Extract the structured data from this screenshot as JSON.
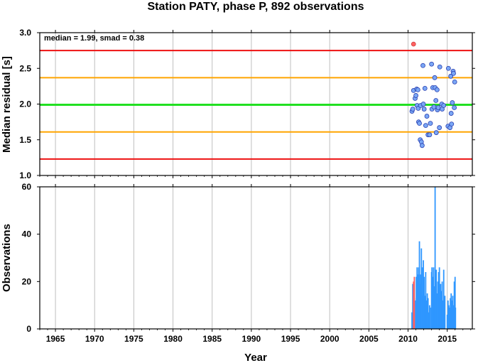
{
  "chart_data": {
    "title": "Station PATY, phase P, 892 observations",
    "xlabel": "Year",
    "x_ticks": [
      1965,
      1970,
      1975,
      1980,
      1985,
      1990,
      1995,
      2000,
      2005,
      2010,
      2015
    ],
    "xlim": [
      1963,
      2018.2
    ],
    "colors": {
      "median_line": "#22e022",
      "smad_line": "#ffa500",
      "limit_line": "#ee1111",
      "point_fill": "#7aa7f5",
      "point_edge": "#2a3fb0",
      "outlier_fill": "#ff6060",
      "bar": "#2f97ff",
      "bar_outlier": "#ff6060"
    },
    "residual_panel": {
      "type": "scatter",
      "ylabel": "Median residual [s]",
      "ylim": [
        1.0,
        3.0
      ],
      "y_ticks": [
        "1.0",
        "1.5",
        "2.0",
        "2.5",
        "3.0"
      ],
      "annotation": "median = 1.99, smad = 0.38",
      "lines": {
        "median": 1.99,
        "smad": [
          1.61,
          2.37
        ],
        "limits": [
          1.23,
          2.75
        ]
      },
      "points": [
        [
          2010.5,
          1.9
        ],
        [
          2010.6,
          1.93
        ],
        [
          2010.7,
          2.19
        ],
        [
          2010.9,
          2.08
        ],
        [
          2011.0,
          2.12
        ],
        [
          2011.1,
          2.21
        ],
        [
          2011.15,
          1.98
        ],
        [
          2011.25,
          2.2
        ],
        [
          2011.3,
          1.94
        ],
        [
          2011.35,
          1.75
        ],
        [
          2011.45,
          1.73
        ],
        [
          2011.55,
          1.5
        ],
        [
          2011.6,
          1.98
        ],
        [
          2011.7,
          1.47
        ],
        [
          2011.8,
          1.42
        ],
        [
          2011.9,
          2.54
        ],
        [
          2011.95,
          2.0
        ],
        [
          2012.05,
          1.93
        ],
        [
          2012.15,
          2.22
        ],
        [
          2012.25,
          1.7
        ],
        [
          2012.4,
          1.83
        ],
        [
          2012.55,
          1.57
        ],
        [
          2012.75,
          1.57
        ],
        [
          2012.85,
          1.73
        ],
        [
          2013.0,
          2.56
        ],
        [
          2013.05,
          1.93
        ],
        [
          2013.15,
          2.23
        ],
        [
          2013.3,
          1.96
        ],
        [
          2013.4,
          2.37
        ],
        [
          2013.45,
          2.23
        ],
        [
          2013.55,
          2.05
        ],
        [
          2013.6,
          1.6
        ],
        [
          2013.7,
          2.2
        ],
        [
          2013.75,
          1.92
        ],
        [
          2013.85,
          1.95
        ],
        [
          2014.0,
          1.67
        ],
        [
          2014.05,
          2.52
        ],
        [
          2014.3,
          2.0
        ],
        [
          2014.35,
          1.93
        ],
        [
          2014.55,
          1.98
        ],
        [
          2015.1,
          1.69
        ],
        [
          2015.15,
          2.5
        ],
        [
          2015.35,
          1.67
        ],
        [
          2015.45,
          2.39
        ],
        [
          2015.5,
          1.87
        ],
        [
          2015.55,
          1.72
        ],
        [
          2015.65,
          2.02
        ],
        [
          2015.75,
          2.46
        ],
        [
          2015.8,
          2.43
        ],
        [
          2015.9,
          1.95
        ],
        [
          2015.95,
          2.31
        ]
      ],
      "outliers": [
        [
          2010.7,
          2.84
        ]
      ]
    },
    "count_panel": {
      "type": "bar",
      "ylabel": "Observations",
      "ylim": [
        0,
        60
      ],
      "y_ticks": [
        "0",
        "20",
        "40",
        "60"
      ],
      "bars": [
        [
          2010.5,
          7
        ],
        [
          2010.6,
          19
        ],
        [
          2010.7,
          15
        ],
        [
          2010.8,
          13
        ],
        [
          2010.95,
          12
        ],
        [
          2011.05,
          22
        ],
        [
          2011.15,
          26
        ],
        [
          2011.25,
          23
        ],
        [
          2011.3,
          18
        ],
        [
          2011.35,
          26
        ],
        [
          2011.45,
          37
        ],
        [
          2011.55,
          19
        ],
        [
          2011.6,
          23
        ],
        [
          2011.7,
          34
        ],
        [
          2011.75,
          14
        ],
        [
          2011.85,
          26
        ],
        [
          2011.95,
          29
        ],
        [
          2012.05,
          22
        ],
        [
          2012.15,
          14
        ],
        [
          2012.25,
          24
        ],
        [
          2012.35,
          12
        ],
        [
          2012.45,
          15
        ],
        [
          2012.55,
          13
        ],
        [
          2012.65,
          7
        ],
        [
          2012.75,
          10
        ],
        [
          2012.85,
          9
        ],
        [
          2013.0,
          24
        ],
        [
          2013.05,
          26
        ],
        [
          2013.15,
          22
        ],
        [
          2013.25,
          26
        ],
        [
          2013.35,
          18
        ],
        [
          2013.45,
          60
        ],
        [
          2013.5,
          21
        ],
        [
          2013.6,
          25
        ],
        [
          2013.7,
          15
        ],
        [
          2013.8,
          20
        ],
        [
          2013.9,
          24
        ],
        [
          2014.0,
          26
        ],
        [
          2014.05,
          13
        ],
        [
          2014.15,
          19
        ],
        [
          2014.25,
          16
        ],
        [
          2014.35,
          20
        ],
        [
          2014.45,
          12
        ],
        [
          2014.55,
          25
        ],
        [
          2014.6,
          8
        ],
        [
          2014.7,
          14
        ],
        [
          2015.0,
          6
        ],
        [
          2015.1,
          12
        ],
        [
          2015.2,
          10
        ],
        [
          2015.3,
          9
        ],
        [
          2015.4,
          13
        ],
        [
          2015.5,
          15
        ],
        [
          2015.6,
          12
        ],
        [
          2015.7,
          14
        ],
        [
          2015.8,
          10
        ],
        [
          2015.9,
          20
        ],
        [
          2016.0,
          22
        ],
        [
          2016.05,
          9
        ]
      ],
      "outlier_bars": [
        [
          2010.8,
          22
        ],
        [
          2010.7,
          20
        ]
      ]
    }
  }
}
